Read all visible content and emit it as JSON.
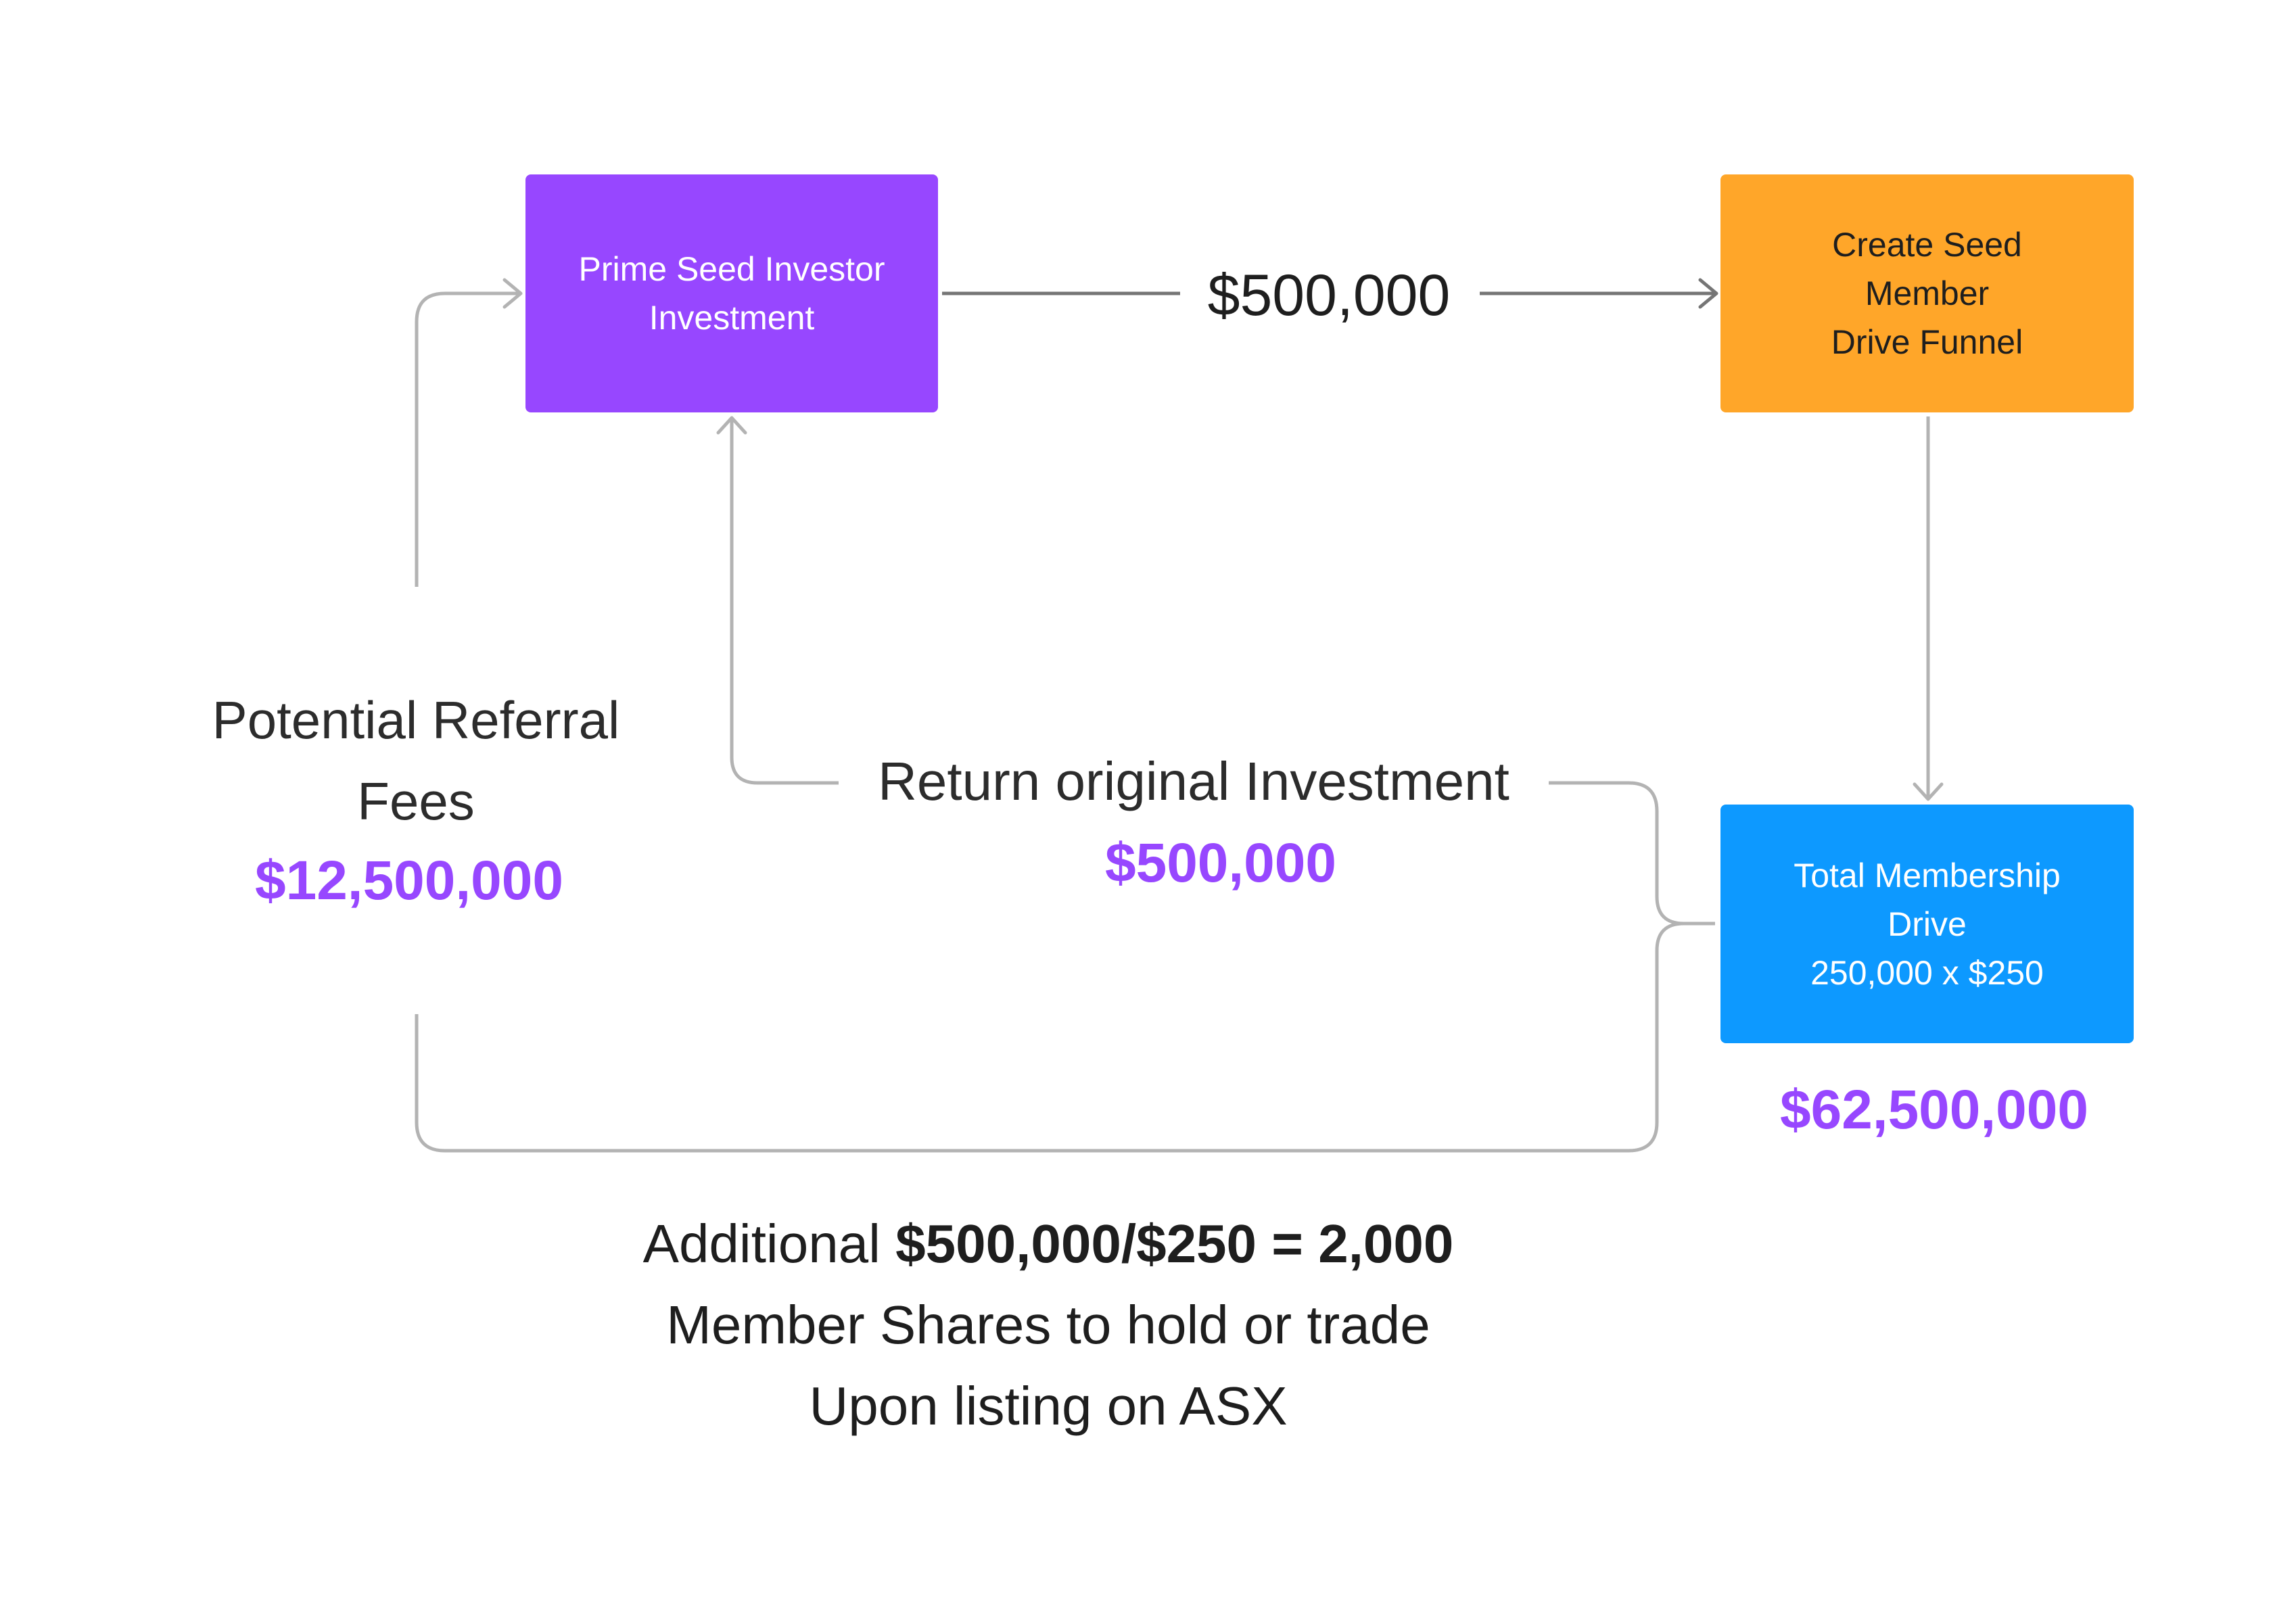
{
  "nodes": {
    "prime": {
      "line1": "Prime Seed Investor",
      "line2": "Investment"
    },
    "create": {
      "line1": "Create Seed",
      "line2": "Member",
      "line3": "Drive Funnel"
    },
    "total": {
      "line1": "Total Membership",
      "line2": "Drive",
      "line3": "250,000 x $250"
    }
  },
  "labels": {
    "top_amount": "$500,000",
    "referral_line1": "Potential Referral",
    "referral_line2": "Fees",
    "referral_amount": "$12,500,000",
    "return_text": "Return original Investment",
    "return_amount": "$500,000",
    "total_amount": "$62,500,000",
    "additional_prefix": "Additional ",
    "additional_bold": "$500,000/$250 = 2,000",
    "additional_line2": "Member Shares to hold or trade",
    "additional_line3": "Upon listing on ASX"
  },
  "colors": {
    "purple": "#9747ff",
    "orange": "#ffa629",
    "blue": "#0d99ff",
    "connector_gray": "#b3b3b3",
    "arrow_dark": "#757575"
  }
}
